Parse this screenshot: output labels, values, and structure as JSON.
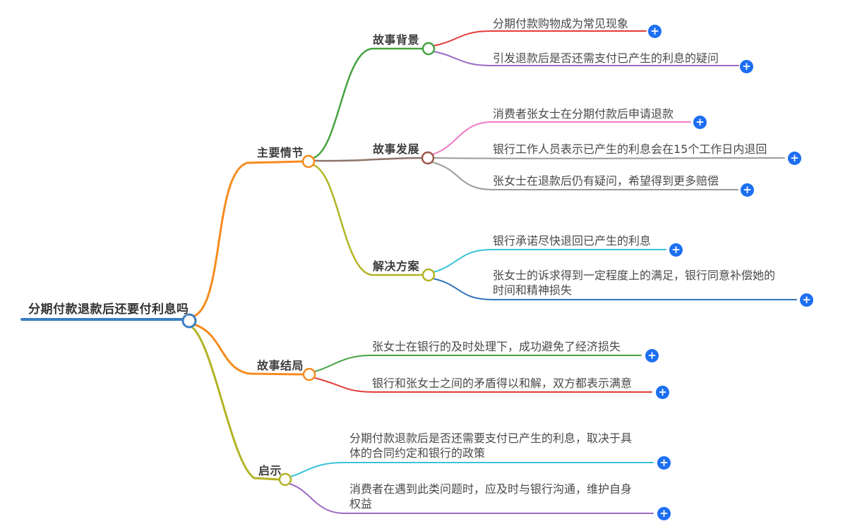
{
  "root": {
    "label": "分期付款退款后还要付利息吗"
  },
  "branches": [
    {
      "label": "主要情节",
      "children": [
        {
          "label": "故事背景",
          "leaves": [
            {
              "text": "分期付款购物成为常见现象"
            },
            {
              "text": "引发退款后是否还需支付已产生的利息的疑问"
            }
          ]
        },
        {
          "label": "故事发展",
          "leaves": [
            {
              "text": "消费者张女士在分期付款后申请退款"
            },
            {
              "text": "银行工作人员表示已产生的利息会在15个工作日内退回"
            },
            {
              "text": "张女士在退款后仍有疑问，希望得到更多赔偿"
            }
          ]
        },
        {
          "label": "解决方案",
          "leaves": [
            {
              "text": "银行承诺尽快退回已产生的利息"
            },
            {
              "text": "张女士的诉求得到一定程度上的满足，银行同意补偿她的时间和精神损失"
            }
          ]
        }
      ]
    },
    {
      "label": "故事结局",
      "leaves": [
        {
          "text": "张女士在银行的及时处理下，成功避免了经济损失"
        },
        {
          "text": "银行和张女士之间的矛盾得以和解，双方都表示满意"
        }
      ]
    },
    {
      "label": "启示",
      "leaves": [
        {
          "text": "分期付款退款后是否还需要支付已产生的利息，取决于具体的合同约定和银行的政策"
        },
        {
          "text": "消费者在遇到此类问题时，应及时与银行沟通，维护自身权益"
        }
      ]
    }
  ],
  "icons": {
    "plus": "+"
  },
  "palette": {
    "root_blue": "#3a7fc1",
    "orange": "#f68b1f",
    "olive": "#b2b424",
    "green": "#44a340",
    "brown_line": "#8d7468",
    "brown_node": "#9d564b",
    "red": "#e23c39",
    "purple": "#9d6bc3",
    "pink": "#ee7ac2",
    "gray": "#9b9b9b",
    "cyan": "#38c4d8",
    "leaf_blue": "#3274b8",
    "plus_blue": "#1d6ff2"
  }
}
